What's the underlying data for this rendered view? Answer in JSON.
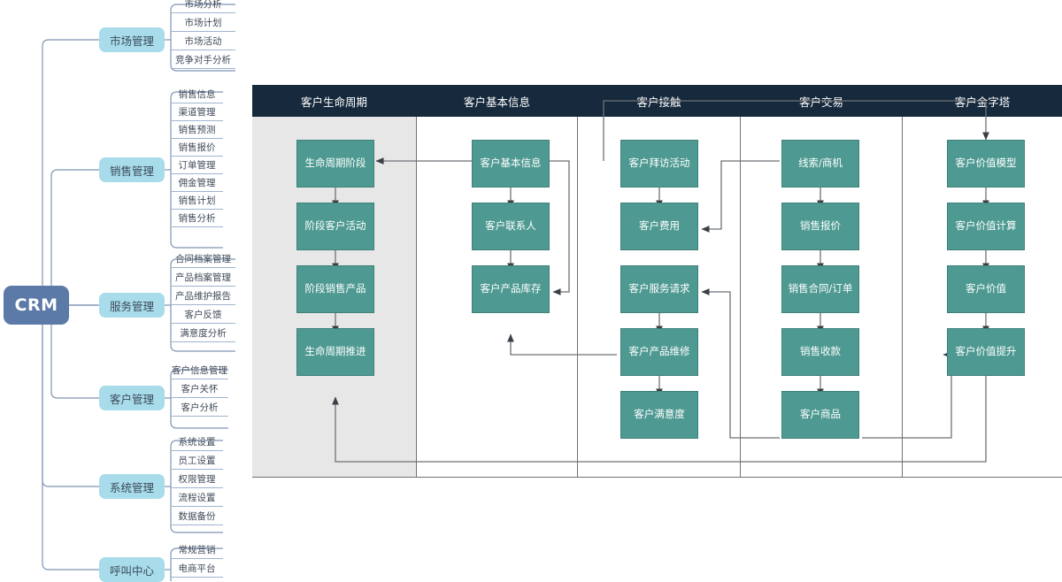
{
  "colors": {
    "root_node": "#5b7aa8",
    "branch_node": "#a8dcea",
    "process_box": "#4e9a92",
    "header_bar": "#16293d",
    "lane_highlight": "#e7e7e7",
    "connector": "#6e7277"
  },
  "mindmap": {
    "root": {
      "label": "CRM"
    },
    "branches": [
      {
        "label": "市场管理",
        "leaves": [
          "市场分析",
          "市场计划",
          "市场活动",
          "竞争对手分析"
        ]
      },
      {
        "label": "销售管理",
        "leaves": [
          "销售信息",
          "渠道管理",
          "销售预测",
          "销售报价",
          "订单管理",
          "佣金管理",
          "销售计划",
          "销售分析"
        ]
      },
      {
        "label": "服务管理",
        "leaves": [
          "合同档案管理",
          "产品档案管理",
          "产品维护报告",
          "客户反馈",
          "满意度分析"
        ]
      },
      {
        "label": "客户管理",
        "leaves": [
          "客户信息管理",
          "客户关怀",
          "客户分析"
        ]
      },
      {
        "label": "系统管理",
        "leaves": [
          "系统设置",
          "员工设置",
          "权限管理",
          "流程设置",
          "数据备份"
        ]
      },
      {
        "label": "呼叫中心",
        "leaves": [
          "常规营销",
          "电商平台"
        ]
      }
    ]
  },
  "flow": {
    "columns": [
      {
        "header": "客户生命周期",
        "nodes": [
          "生命周期阶段",
          "阶段客户活动",
          "阶段销售产品",
          "生命周期推进"
        ]
      },
      {
        "header": "客户基本信息",
        "nodes": [
          "客户基本信息",
          "客户联系人",
          "客户产品库存"
        ]
      },
      {
        "header": "客户接触",
        "nodes": [
          "客户拜访活动",
          "客户费用",
          "客户服务请求",
          "客户产品维修",
          "客户满意度"
        ]
      },
      {
        "header": "客户交易",
        "nodes": [
          "线索/商机",
          "销售报价",
          "销售合同/订单",
          "销售收款",
          "客户商品"
        ]
      },
      {
        "header": "客户金字塔",
        "nodes": [
          "客户价值模型",
          "客户价值计算",
          "客户价值",
          "客户价值提升"
        ]
      }
    ]
  }
}
